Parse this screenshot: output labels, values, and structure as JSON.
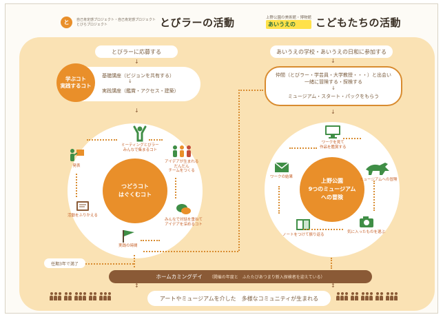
{
  "left_section": {
    "logo_text_1": "自己肯定感プロジェクト・自己肯定感プロジェクト",
    "logo_text_2": "とびらプロジェクト",
    "title": "とびラーの活動",
    "recruit": "とびラーに応募する",
    "learn_circle": [
      "学ぶコト",
      "実践するコト"
    ],
    "course_basic": "基礎講座（ビジョンを共有する）",
    "course_practice": "実践講座（鑑賞・アクセス・建築）",
    "hub": [
      "つどうコト",
      "はぐくむコト"
    ],
    "steps": [
      {
        "label": [
          "ミーティングとびラー",
          "みんなで集まるコト"
        ],
        "icon": "person-raising-arms-icon"
      },
      {
        "label": [
          "アイデアが生まれる",
          "だんだん",
          "チームをつくる"
        ],
        "icon": "team-icon"
      },
      {
        "label": [
          "みんなで対話を重ねて",
          "アイデアを深めるコト"
        ],
        "icon": "speech-bubbles-icon"
      },
      {
        "label": [
          "実践の時間"
        ],
        "icon": "flag-icon"
      },
      {
        "label": [
          "活動をふりかえる"
        ],
        "icon": "notebook-icon"
      },
      {
        "label": [
          "発表"
        ],
        "icon": "presenter-icon"
      }
    ],
    "graduate": "任期3年で満了"
  },
  "right_section": {
    "logo_text_1": "上野公園の美術館・博物館",
    "logo_text_2": "あいうえの",
    "title": "こどもたちの活動",
    "recruit": "あいうえの学校・あいうえの日和に参加する",
    "box_line_1": "仲間（とびラー・学芸員・大学教授・・・）と出会い",
    "box_line_2": "一緒に冒険する・探検する",
    "box_line_3": "ミュージアム・スタート・パックをもらう",
    "hub": [
      "上野公園",
      "9つのミュージアム",
      "への冒険"
    ],
    "steps": [
      {
        "label": [
          "ワークを見て",
          "作品を鑑賞する"
        ],
        "icon": "computer-screen-icon"
      },
      {
        "label": [
          "ミュージアムへの冒険"
        ],
        "icon": "dinosaur-icon"
      },
      {
        "label": [
          "気に入ったものを選ぶ"
        ],
        "icon": "camera-icon"
      },
      {
        "label": [
          "ノートをつけて振り返る"
        ],
        "icon": "open-book-icon"
      },
      {
        "label": [
          "ワークの結果"
        ],
        "icon": "envelope-icon"
      }
    ]
  },
  "homecoming": {
    "label": "ホームカミングデイ",
    "note": "（開催の年度と　ふたたびあつまり新入探検者を迎えている）"
  },
  "community": "アートやミュージアムを介した　多様なコミュニティが生まれる",
  "colors": {
    "panel": "#fae2b4",
    "accent": "#e98f2a",
    "brown": "#8a5a36",
    "green": "#3f8e46"
  }
}
